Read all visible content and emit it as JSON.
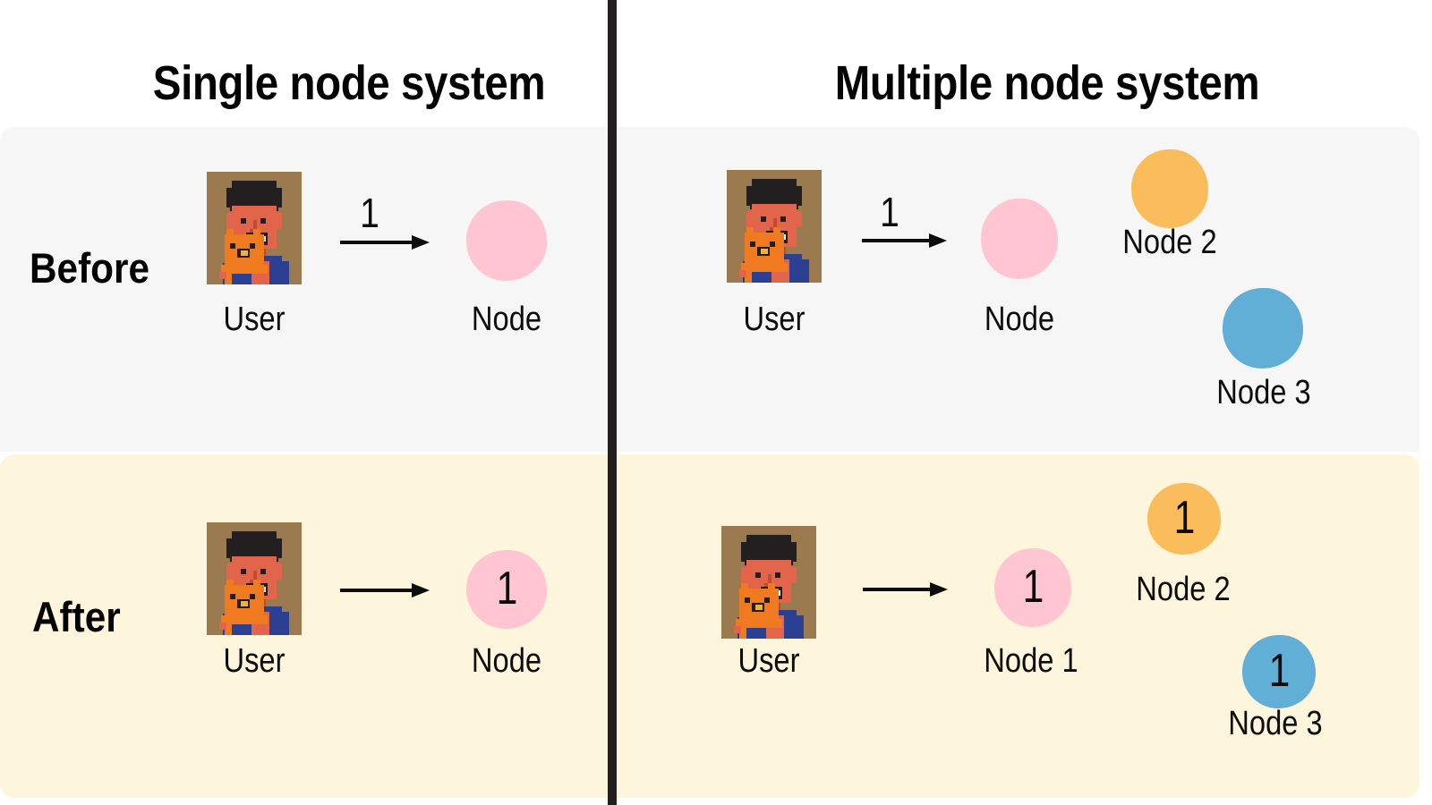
{
  "diagram": {
    "columns": [
      {
        "id": "single",
        "title": "Single node system"
      },
      {
        "id": "multiple",
        "title": "Multiple node system"
      }
    ],
    "rows": [
      {
        "id": "before",
        "label": "Before",
        "background": "#f6f6f7"
      },
      {
        "id": "after",
        "label": "After",
        "background": "#fdf6dc"
      }
    ],
    "divider": {
      "style": "dashed-vertical",
      "color": "#231f20"
    },
    "colors": {
      "node1_pink": "#ffc5d3",
      "node2_orange": "#fbbc5c",
      "node3_blue": "#61afd7",
      "text": "#0c0c0c",
      "row_before_bg": "#f6f6f7",
      "row_after_bg": "#fdf6dc"
    },
    "panels": {
      "before_single": {
        "user": {
          "caption": "User",
          "icon": "user-avatar-icon"
        },
        "arrow": {
          "icon": "arrow-right-icon",
          "label": "1"
        },
        "nodes": [
          {
            "caption": "Node",
            "value": "",
            "color": "#ffc5d3"
          }
        ]
      },
      "before_multiple": {
        "user": {
          "caption": "User",
          "icon": "user-avatar-icon"
        },
        "arrow": {
          "icon": "arrow-right-icon",
          "label": "1"
        },
        "nodes": [
          {
            "caption": "Node",
            "value": "",
            "color": "#ffc5d3"
          },
          {
            "caption": "Node 2",
            "value": "",
            "color": "#fbbc5c"
          },
          {
            "caption": "Node 3",
            "value": "",
            "color": "#61afd7"
          }
        ]
      },
      "after_single": {
        "user": {
          "caption": "User",
          "icon": "user-avatar-icon"
        },
        "arrow": {
          "icon": "arrow-right-icon",
          "label": ""
        },
        "nodes": [
          {
            "caption": "Node",
            "value": "1",
            "color": "#ffc5d3"
          }
        ]
      },
      "after_multiple": {
        "user": {
          "caption": "User",
          "icon": "user-avatar-icon"
        },
        "arrow": {
          "icon": "arrow-right-icon",
          "label": ""
        },
        "nodes": [
          {
            "caption": "Node 1",
            "value": "1",
            "color": "#ffc5d3"
          },
          {
            "caption": "Node 2",
            "value": "1",
            "color": "#fbbc5c"
          },
          {
            "caption": "Node 3",
            "value": "1",
            "color": "#61afd7"
          }
        ]
      }
    }
  }
}
